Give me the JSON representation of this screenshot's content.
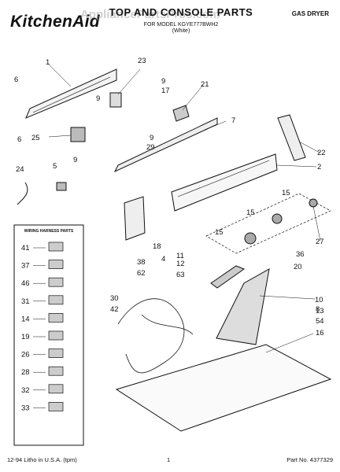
{
  "header": {
    "brand": "KitchenAid",
    "title": "TOP AND CONSOLE PARTS",
    "model_line": "FOR MODEL KGYE777BWH2",
    "color_line": "(White)",
    "product": "GAS DRYER",
    "watermark": "AppliancePartsPros.com"
  },
  "legend": {
    "title": "WIRING HARNESS PARTS",
    "items": [
      "41",
      "37",
      "46",
      "31",
      "14",
      "19",
      "26",
      "28",
      "32",
      "33"
    ]
  },
  "callouts": [
    "1",
    "23",
    "9",
    "17",
    "21",
    "6",
    "6",
    "9",
    "7",
    "25",
    "9",
    "29",
    "22",
    "24",
    "5",
    "9",
    "2",
    "15",
    "15",
    "15",
    "27",
    "36",
    "20",
    "18",
    "4",
    "11",
    "12",
    "38",
    "62",
    "63",
    "10",
    "30",
    "42",
    "8",
    "13",
    "54",
    "16"
  ],
  "footer": {
    "left": "12-94 Litho in U.S.A. (tpm)",
    "page": "1",
    "part_no": "Part No. 4377329"
  },
  "colors": {
    "ink": "#111111",
    "paper": "#ffffff",
    "watermark": "#969696"
  }
}
